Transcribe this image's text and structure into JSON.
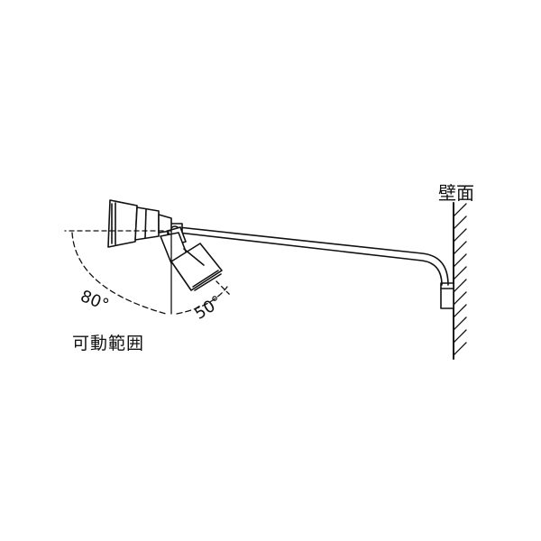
{
  "labels": {
    "wall": "壁面",
    "range": "可動範囲",
    "angle_up": "80°",
    "angle_down": "50°"
  },
  "colors": {
    "line": "#111111",
    "background": "#ffffff"
  }
}
